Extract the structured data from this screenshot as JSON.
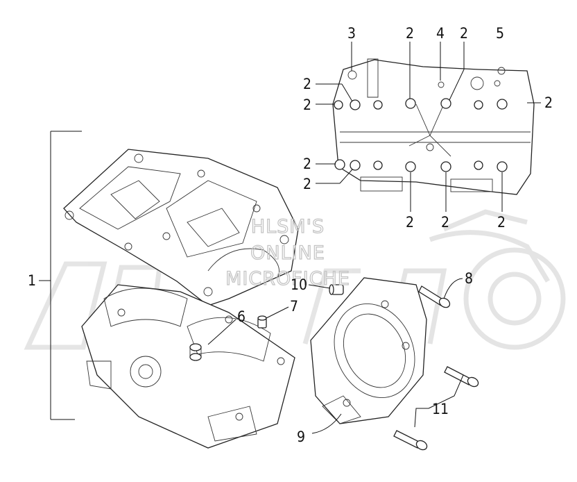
{
  "callouts": {
    "c1": "1",
    "c3": "3",
    "c2_top_a": "2",
    "c4": "4",
    "c2_top_b": "2",
    "c5": "5",
    "c2_left_a": "2",
    "c2_left_b": "2",
    "c2_right": "2",
    "c2_left_c": "2",
    "c2_left_d": "2",
    "c2_bot_a": "2",
    "c2_bot_b": "2",
    "c2_bot_c": "2",
    "c6": "6",
    "c7": "7",
    "c8": "8",
    "c9": "9",
    "c10": "10",
    "c11": "11"
  },
  "watermark": {
    "line1": "HLSM'S",
    "line2": "ONLINE",
    "line3": "MICROFICHE"
  },
  "colors": {
    "ink": "#111111",
    "watermark": "#c4c4c4",
    "logo": "#e2e2e2"
  }
}
